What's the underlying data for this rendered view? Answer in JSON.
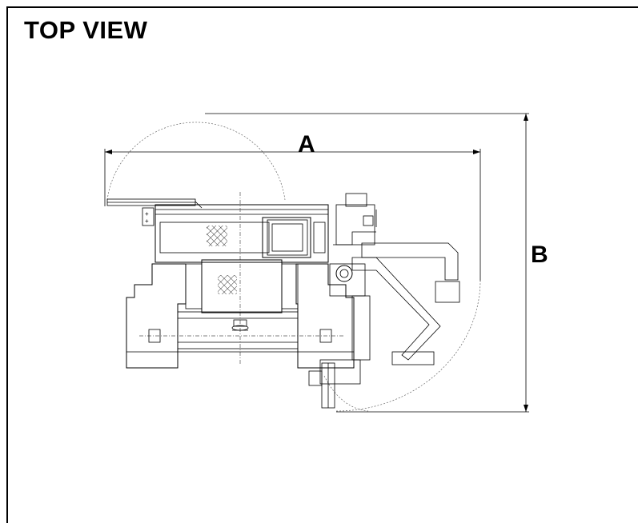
{
  "title": "TOP VIEW",
  "dimensions": {
    "a_label": "A",
    "b_label": "B"
  }
}
